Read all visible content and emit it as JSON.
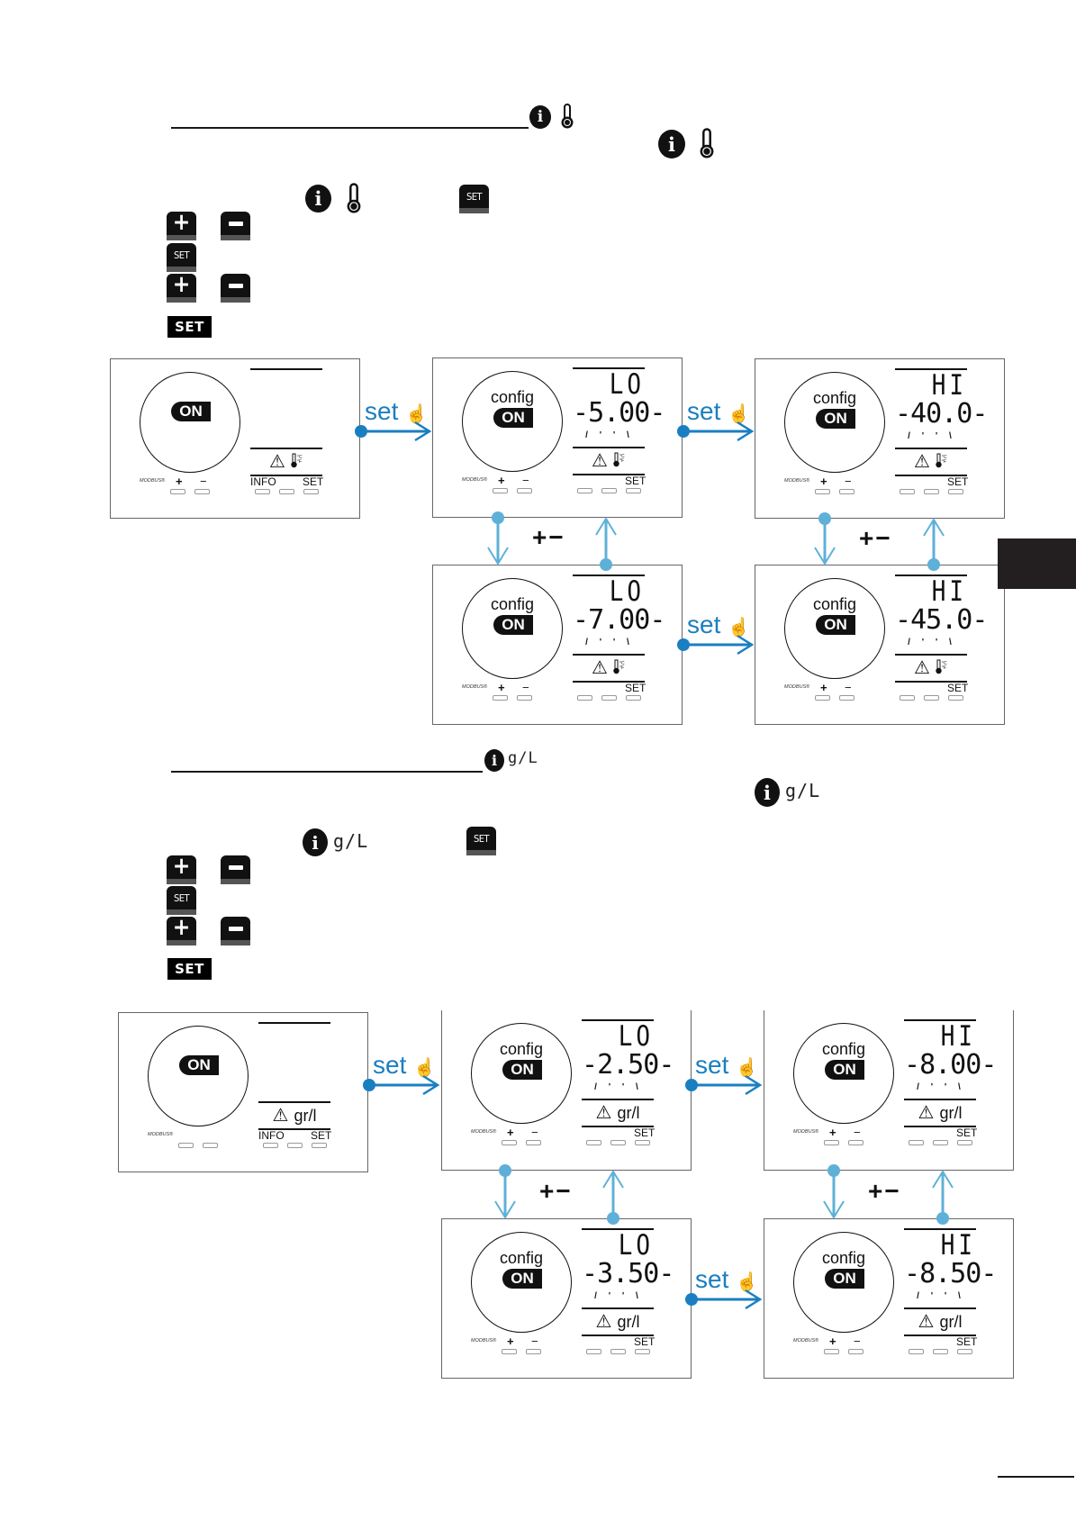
{
  "section1": {
    "heading_icons": [
      "info-icon",
      "thermometer-icon"
    ],
    "right_icons": [
      "info-icon",
      "thermometer-icon"
    ],
    "step_icons": [
      "info-icon",
      "thermometer-icon"
    ],
    "keys": {
      "set": "SET",
      "plus": "+",
      "minus": "−"
    },
    "setbox": "SET",
    "link_label": "set",
    "plusminus": "+−",
    "panels": [
      {
        "config": "",
        "on": "ON",
        "line1": "",
        "line2": "",
        "unit": "°C/°F",
        "info": "INFO",
        "set": "SET",
        "modbus": "MODBUS®",
        "plus": "+",
        "minus": "−"
      },
      {
        "config": "config",
        "on": "ON",
        "line1": "LO",
        "line2": "5.00",
        "unit": "°C/°F",
        "info": "",
        "set": "SET",
        "modbus": "MODBUS®",
        "plus": "+",
        "minus": "−"
      },
      {
        "config": "config",
        "on": "ON",
        "line1": "HI",
        "line2": "40.0",
        "unit": "°C/°F",
        "info": "",
        "set": "SET",
        "modbus": "MODBUS®",
        "plus": "+",
        "minus": "−"
      },
      {
        "config": "config",
        "on": "ON",
        "line1": "LO",
        "line2": "7.00",
        "unit": "°C/°F",
        "info": "",
        "set": "SET",
        "modbus": "MODBUS®",
        "plus": "+",
        "minus": "−"
      },
      {
        "config": "config",
        "on": "ON",
        "line1": "HI",
        "line2": "45.0",
        "unit": "°C/°F",
        "info": "",
        "set": "SET",
        "modbus": "MODBUS®",
        "plus": "+",
        "minus": "−"
      }
    ]
  },
  "section2": {
    "unit_label": "g/L",
    "keys": {
      "set": "SET",
      "plus": "+",
      "minus": "−"
    },
    "setbox": "SET",
    "link_label": "set",
    "plusminus": "+−",
    "panels": [
      {
        "config": "",
        "on": "ON",
        "line1": "",
        "line2": "",
        "unit": "gr/l",
        "info": "INFO",
        "set": "SET",
        "modbus": "MODBUS®",
        "plus": "",
        "minus": ""
      },
      {
        "config": "config",
        "on": "ON",
        "line1": "LO",
        "line2": "2.50",
        "unit": "gr/l",
        "info": "",
        "set": "SET",
        "modbus": "MODBUS®",
        "plus": "+",
        "minus": "−"
      },
      {
        "config": "config",
        "on": "ON",
        "line1": "HI",
        "line2": "8.00",
        "unit": "gr/l",
        "info": "",
        "set": "SET",
        "modbus": "MODBUS®",
        "plus": "+",
        "minus": "−"
      },
      {
        "config": "config",
        "on": "ON",
        "line1": "LO",
        "line2": "3.50",
        "unit": "gr/l",
        "info": "",
        "set": "SET",
        "modbus": "MODBUS®",
        "plus": "+",
        "minus": "−"
      },
      {
        "config": "config",
        "on": "ON",
        "line1": "HI",
        "line2": "8.50",
        "unit": "gr/l",
        "info": "",
        "set": "SET",
        "modbus": "MODBUS®",
        "plus": "+",
        "minus": "−"
      }
    ]
  },
  "colors": {
    "accent_blue": "#1a7fc1",
    "light_blue": "#5fb0d8",
    "tab_black": "#231f20"
  }
}
